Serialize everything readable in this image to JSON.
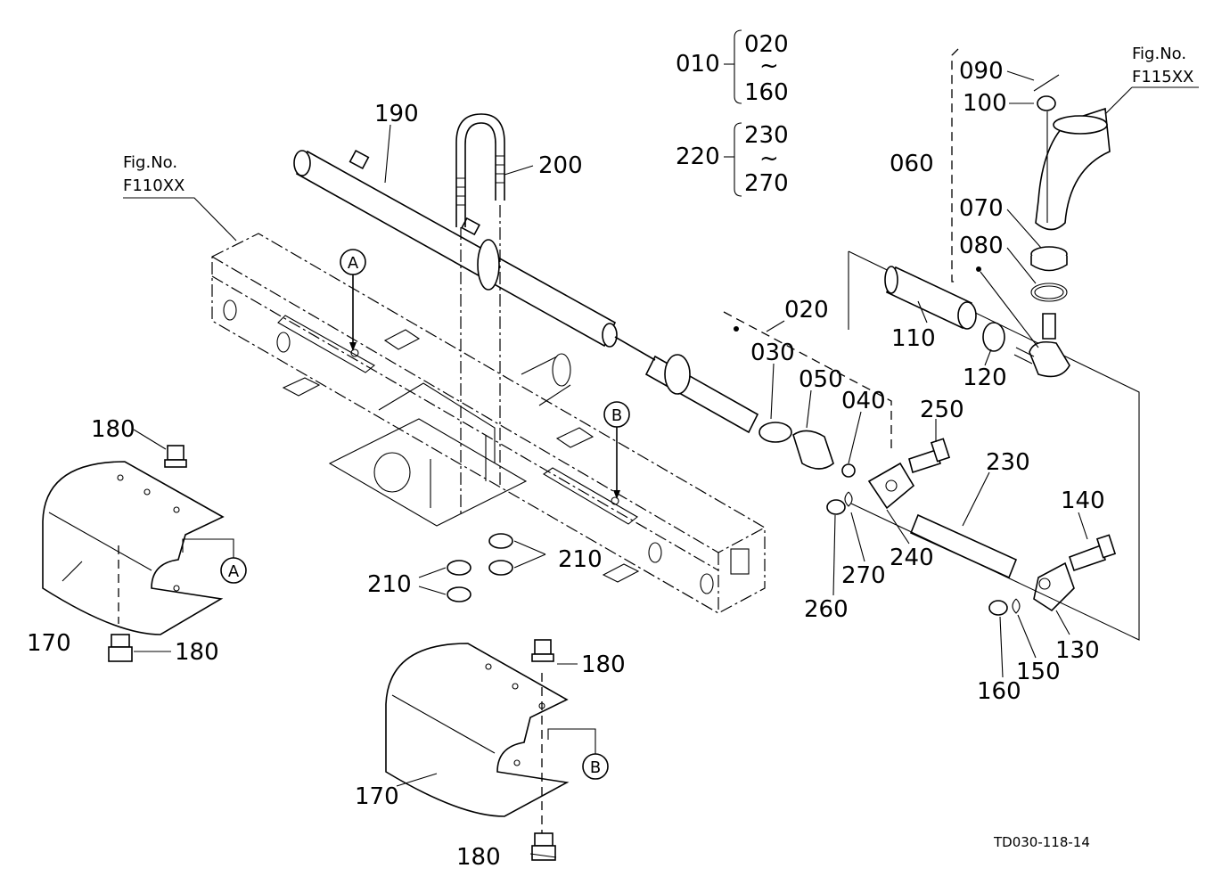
{
  "figure_code": "TD030-118-14",
  "fig_refs": {
    "left": {
      "line1": "Fig.No.",
      "line2": "F110XX"
    },
    "right": {
      "line1": "Fig.No.",
      "line2": "F115XX"
    }
  },
  "detail_markers": {
    "a": "A",
    "b": "B"
  },
  "groups": {
    "g010": {
      "parent": "010",
      "from": "020",
      "tilde": "~",
      "to": "160"
    },
    "g220": {
      "parent": "220",
      "from": "230",
      "tilde": "~",
      "to": "270"
    }
  },
  "parts": {
    "p020": "020",
    "p030": "030",
    "p040": "040",
    "p050": "050",
    "p060": "060",
    "p070": "070",
    "p080": "080",
    "p090": "090",
    "p100": "100",
    "p110": "110",
    "p120": "120",
    "p130": "130",
    "p140": "140",
    "p150": "150",
    "p160": "160",
    "p170a": "170",
    "p170b": "170",
    "p180a": "180",
    "p180b": "180",
    "p180c": "180",
    "p180d": "180",
    "p190": "190",
    "p200": "200",
    "p210a": "210",
    "p210b": "210",
    "p230": "230",
    "p240": "240",
    "p250": "250",
    "p260": "260",
    "p270": "270"
  }
}
